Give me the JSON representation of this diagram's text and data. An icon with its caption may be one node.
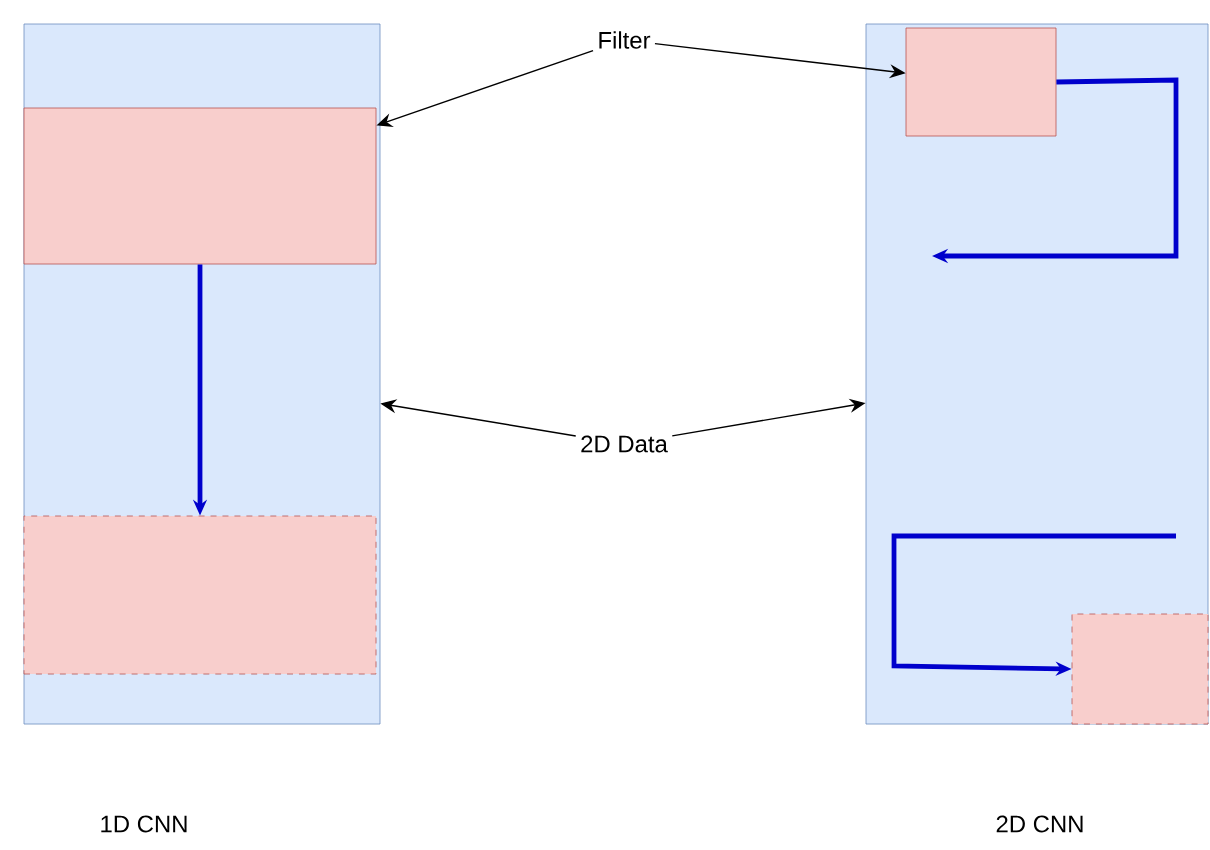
{
  "diagram": {
    "nodes": [
      {
        "text": [],
        "shape": "box",
        "beside": [
          "1D CNN"
        ]
      },
      {
        "text": [],
        "shape": "box",
        "in": 0
      },
      {
        "text": [],
        "shape": "box",
        "in": 0
      },
      {
        "text": [
          "Filter"
        ]
      },
      {
        "text": [
          "2D Data"
        ]
      },
      {
        "text": [],
        "shape": "box",
        "beside": [
          "2D CNN"
        ]
      },
      {
        "text": [],
        "shape": "box",
        "in": 5
      },
      {
        "text": [],
        "shape": "box",
        "in": 5
      }
    ],
    "edges": [
      {
        "from": 3,
        "to": 1,
        "arrow": "to"
      },
      {
        "from": 3,
        "to": 6,
        "arrow": "to"
      },
      {
        "from": 4,
        "to": 0,
        "arrow": "to"
      },
      {
        "from": 4,
        "to": 5,
        "arrow": "to"
      },
      {
        "from": 1,
        "to": 2,
        "arrow": "to",
        "style": "thick",
        "color": "#0000cc"
      },
      {
        "from": 6,
        "to": null,
        "arrow": "to",
        "style": "thick",
        "color": "#0000cc"
      },
      {
        "from": null,
        "to": 7,
        "arrow": "to",
        "style": "thick",
        "color": "#0000cc"
      }
    ]
  }
}
